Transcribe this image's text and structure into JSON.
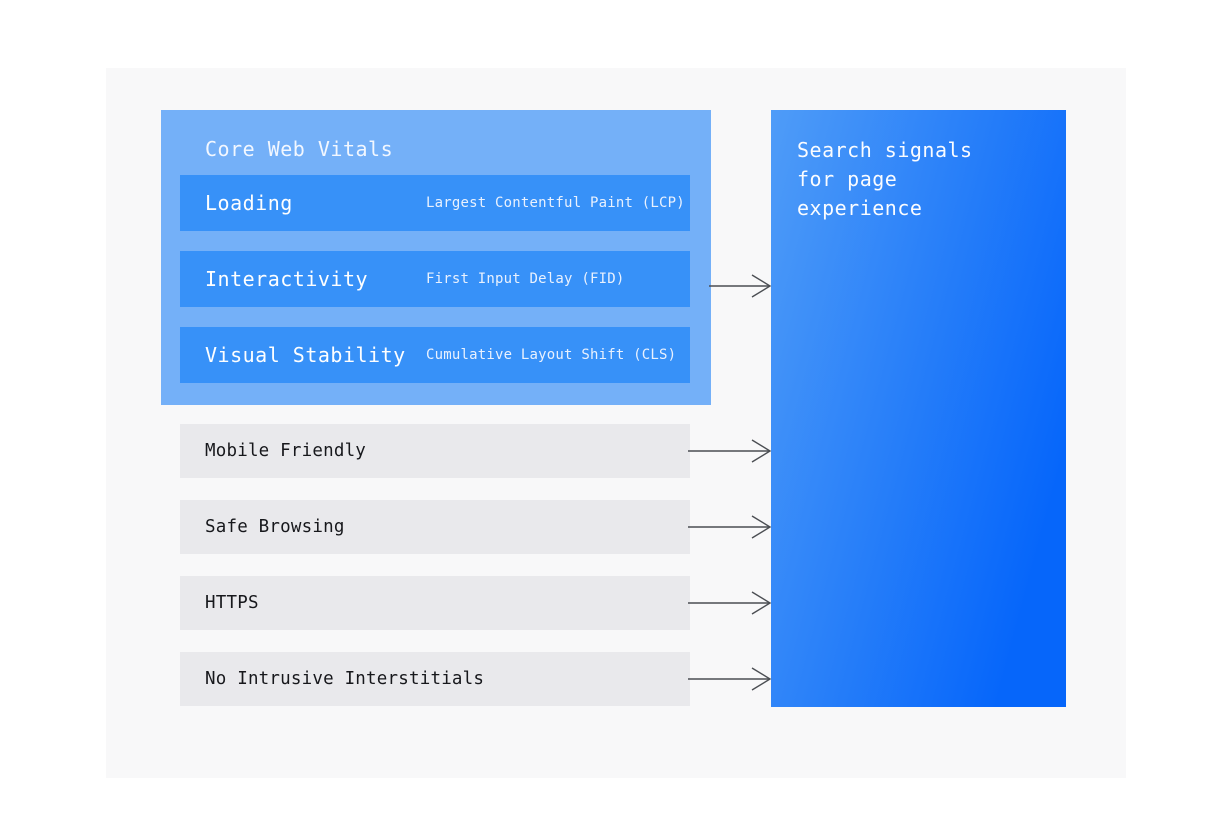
{
  "diagram": {
    "core_web_vitals": {
      "title": "Core Web Vitals",
      "items": [
        {
          "label": "Loading",
          "metric": "Largest Contentful Paint (LCP)"
        },
        {
          "label": "Interactivity",
          "metric": "First Input Delay (FID)"
        },
        {
          "label": "Visual Stability",
          "metric": "Cumulative Layout Shift (CLS)"
        }
      ]
    },
    "signals": [
      {
        "label": "Mobile Friendly"
      },
      {
        "label": "Safe Browsing"
      },
      {
        "label": "HTTPS"
      },
      {
        "label": "No Intrusive Interstitials"
      }
    ],
    "target": {
      "label": "Search signals for page experience"
    },
    "connections": [
      {
        "from": "core-web-vitals",
        "to": "search-signals"
      },
      {
        "from": "mobile-friendly",
        "to": "search-signals"
      },
      {
        "from": "safe-browsing",
        "to": "search-signals"
      },
      {
        "from": "https",
        "to": "search-signals"
      },
      {
        "from": "no-intrusive-interstitials",
        "to": "search-signals"
      }
    ],
    "colors": {
      "page_background": "#ffffff",
      "panel_background": "#f8f8f9",
      "outer_box_blue": "#74b0f8",
      "inner_box_blue": "#3791f8",
      "signal_box_gray": "#e9e9ec",
      "target_gradient_start": "#4f9cf8",
      "target_gradient_end": "#0666fa",
      "arrow_stroke": "#4b4e53",
      "dark_text": "#17181c",
      "light_text": "#ffffff"
    }
  }
}
